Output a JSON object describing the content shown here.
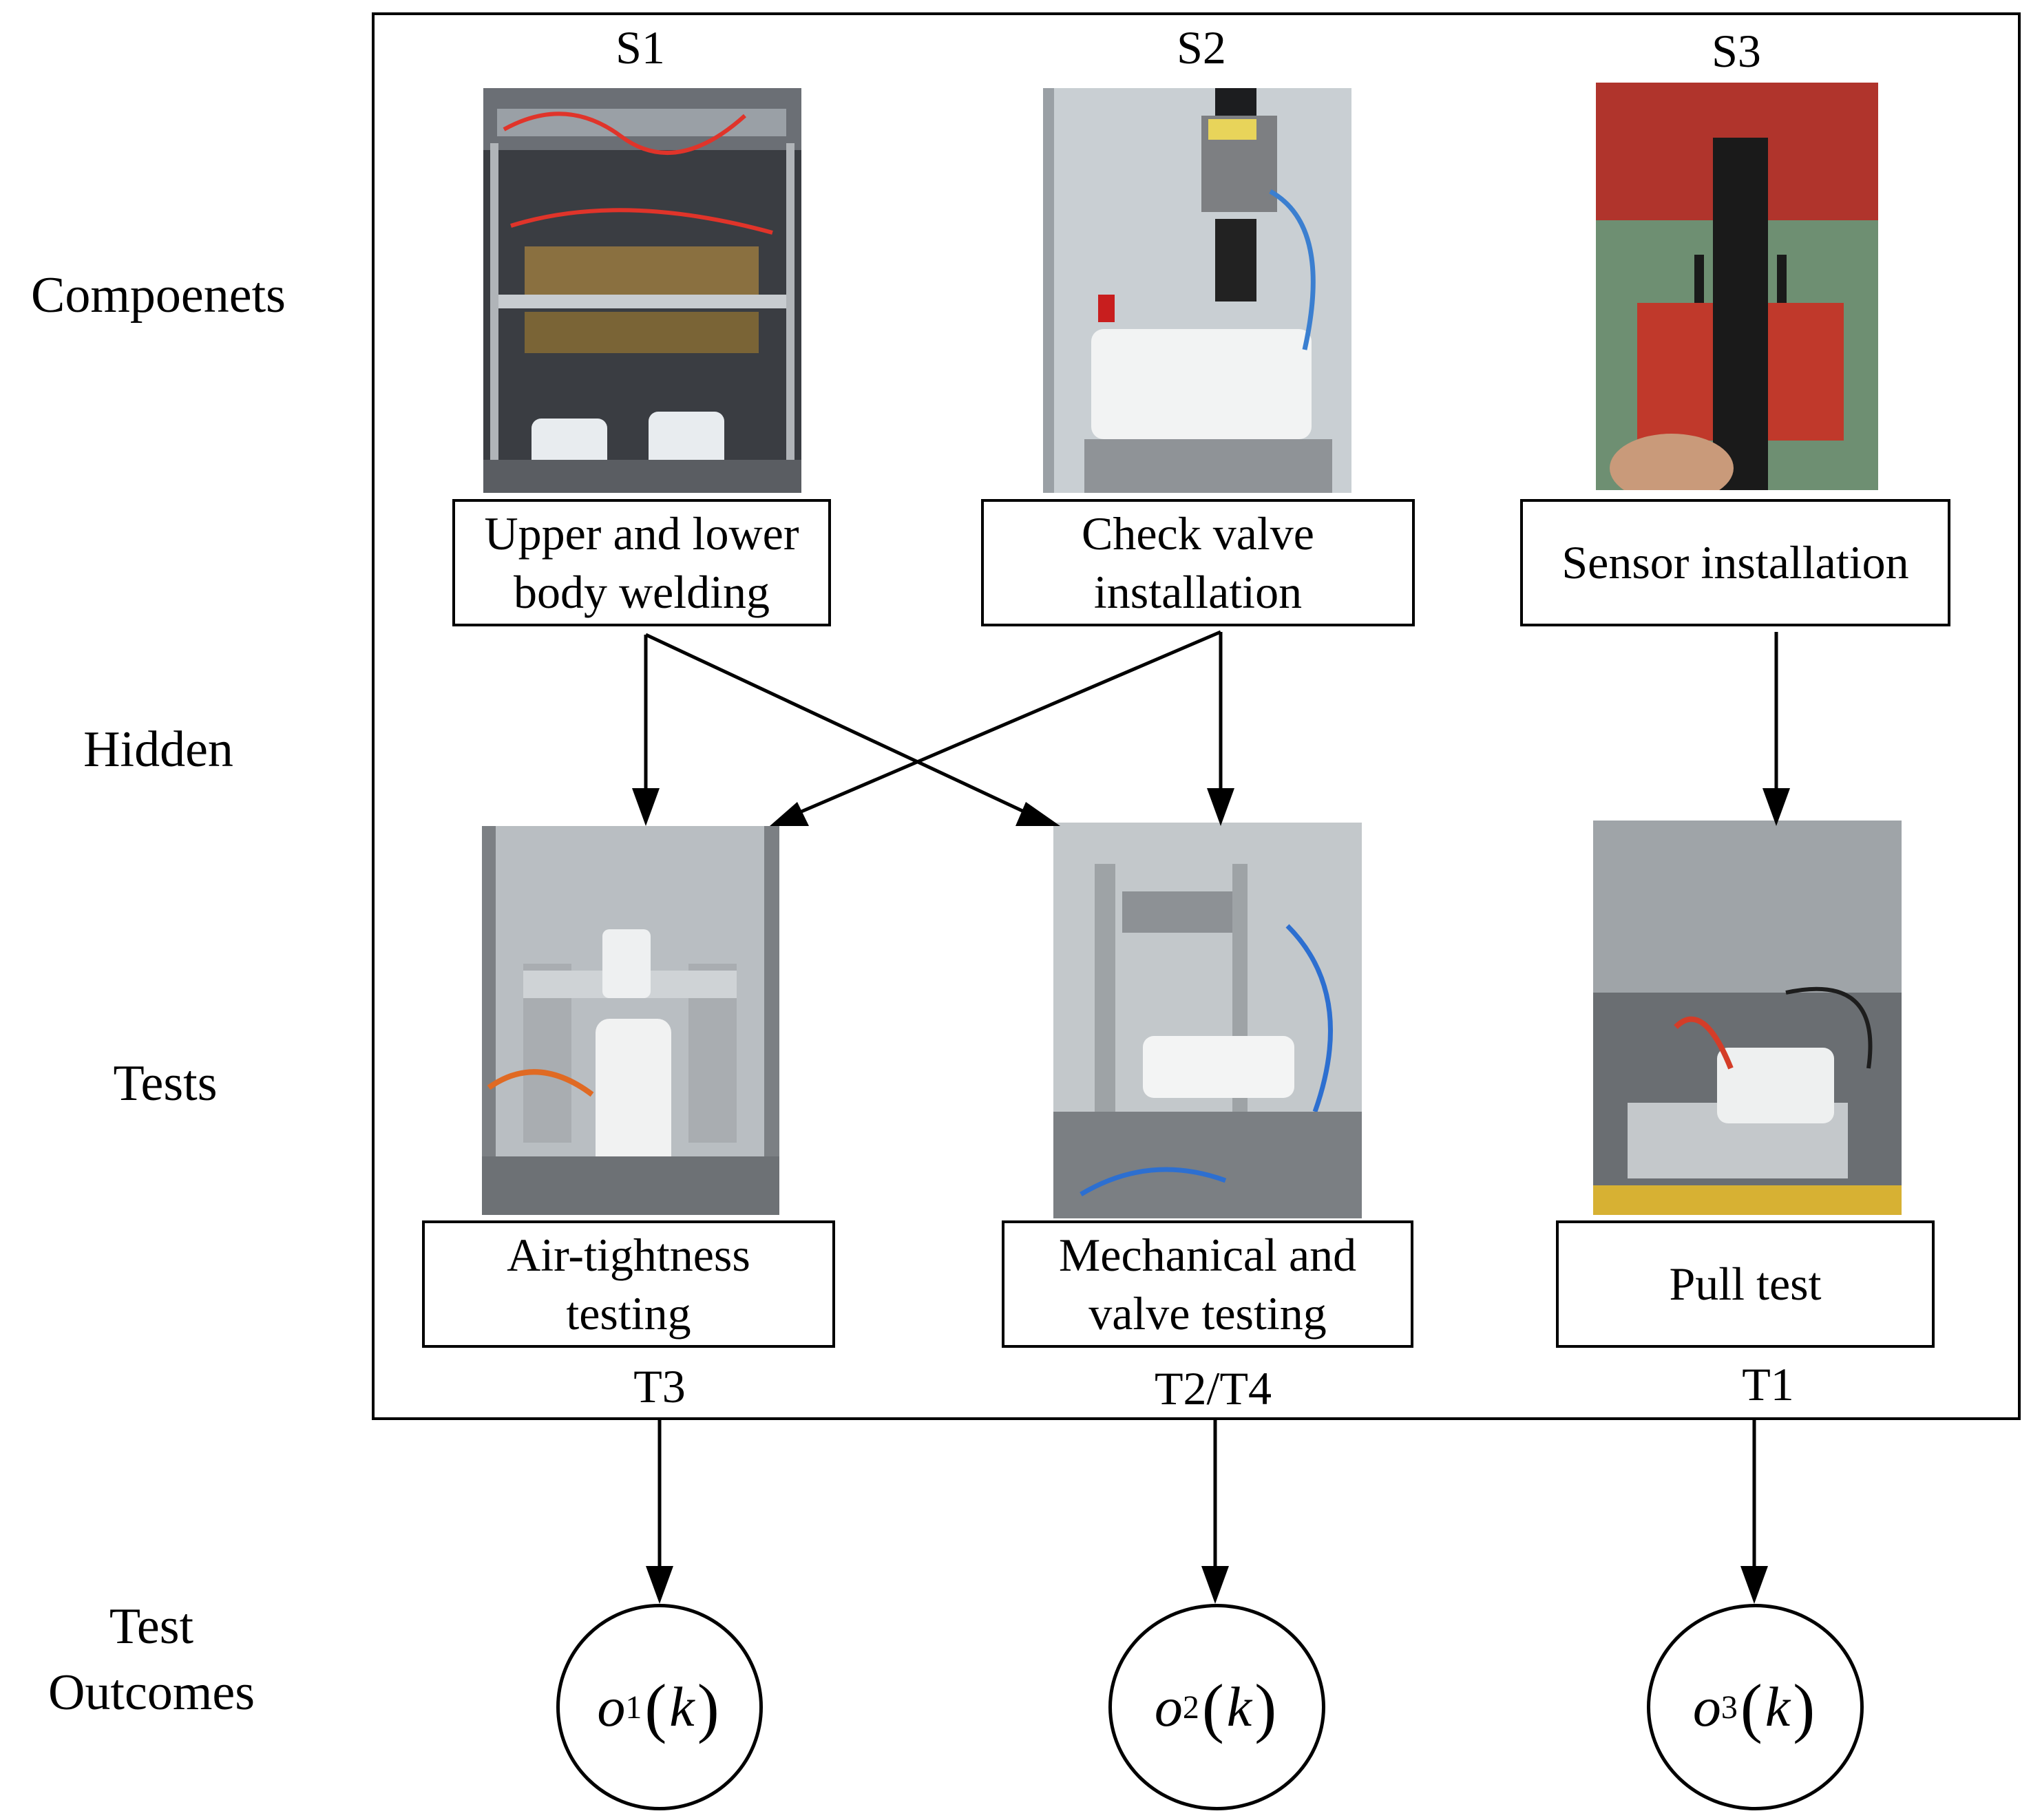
{
  "row_labels": {
    "components": "Compoenets",
    "hidden": "Hidden",
    "tests": "Tests",
    "outcomes": "Test\nOutcomes"
  },
  "stations": [
    {
      "id": "S1",
      "box": "Upper and lower\nbody welding"
    },
    {
      "id": "S2",
      "box": "Check valve\ninstallation"
    },
    {
      "id": "S3",
      "box": "Sensor installation"
    }
  ],
  "tests": [
    {
      "id": "T3",
      "box": "Air-tightness\ntesting"
    },
    {
      "id": "T2/T4",
      "box": "Mechanical and\nvalve testing"
    },
    {
      "id": "T1",
      "box": "Pull test"
    }
  ],
  "outcomes": [
    {
      "var": "o",
      "sub": "1",
      "arg": "k"
    },
    {
      "var": "o",
      "sub": "2",
      "arg": "k"
    },
    {
      "var": "o",
      "sub": "3",
      "arg": "k"
    }
  ]
}
